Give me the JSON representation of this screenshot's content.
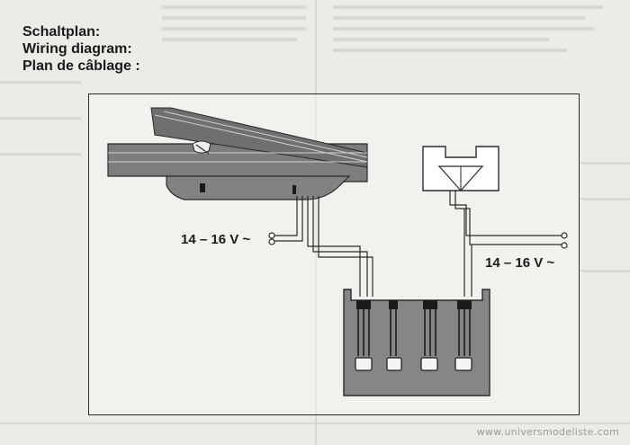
{
  "header": {
    "line_de": "Schaltplan:",
    "line_en": "Wiring diagram:",
    "line_fr": "Plan de câblage :"
  },
  "labels": {
    "voltage_left": "14 – 16 V ~",
    "voltage_right": "14 – 16 V ~"
  },
  "watermark": "www.universmodeliste.com",
  "colors": {
    "ink": "#2a2a2a",
    "track_fill": "#7a7a7a",
    "panel_fill": "#858585",
    "background": "#ecebe7"
  },
  "icons": [
    "turnout-track-icon",
    "signal-lamp-icon",
    "control-panel-icon",
    "terminal-icon"
  ]
}
